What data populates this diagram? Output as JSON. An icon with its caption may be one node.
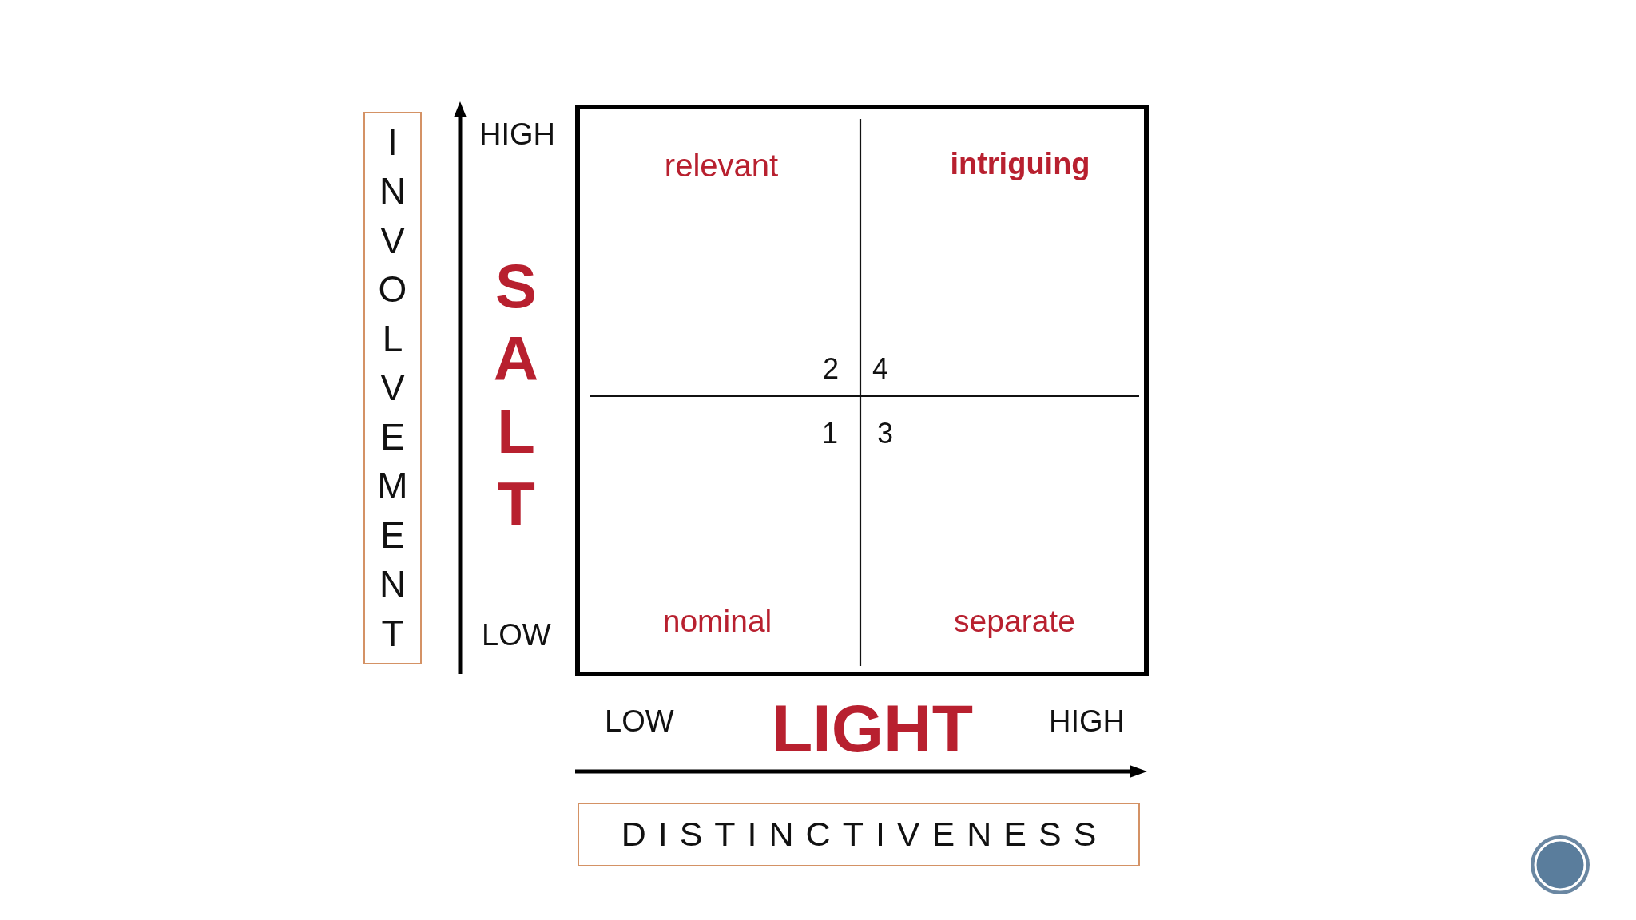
{
  "diagram": {
    "nodes": [
      {
        "text": [
          "INVOLVEMENT"
        ]
      },
      {
        "text": [],
        "shape": "box"
      },
      {
        "text": [
          "relevant",
          "2"
        ],
        "in": 1
      },
      {
        "text": [
          "intriguing",
          "4"
        ],
        "in": 1
      },
      {
        "text": [
          "1",
          "nominal"
        ],
        "in": 1
      },
      {
        "text": [
          "3",
          "separate"
        ],
        "in": 1
      },
      {
        "text": [
          "DISTINCTIVENESS"
        ]
      }
    ],
    "labels": [
      "HIGH",
      "SALT",
      "LOW",
      "LOW",
      "LIGHT",
      "HIGH"
    ]
  }
}
